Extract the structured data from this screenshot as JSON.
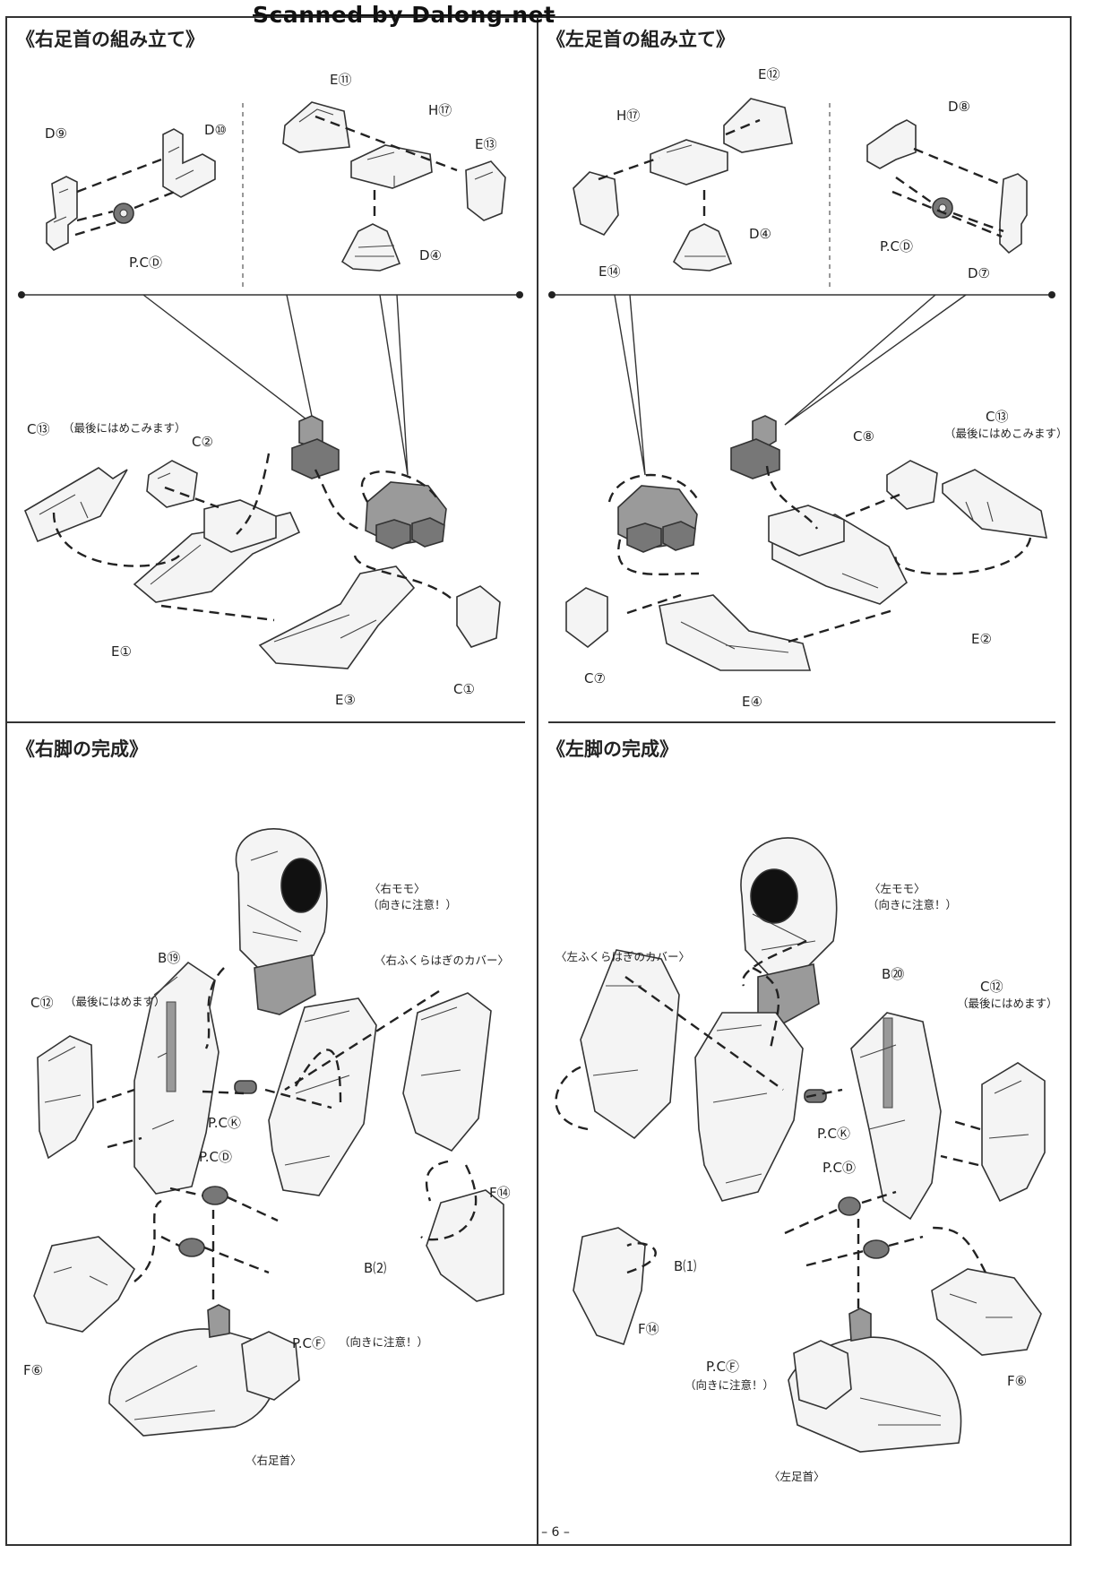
{
  "watermark": "Scanned by Dalong.net",
  "page_number": "– 6 –",
  "sections": {
    "right_ankle": {
      "title": "《右足首の組み立て》",
      "labels": {
        "e11": "E⑪",
        "h17": "H⑰",
        "e13": "E⑬",
        "d9": "D⑨",
        "d10": "D⑩",
        "pcd": "P.CⒹ",
        "d4": "D④",
        "c13": "C⑬",
        "c13_note": "（最後にはめこみます）",
        "c2": "C②",
        "e1": "E①",
        "e3": "E③",
        "c1": "C①"
      }
    },
    "left_ankle": {
      "title": "《左足首の組み立て》",
      "labels": {
        "e12": "E⑫",
        "h17": "H⑰",
        "d8": "D⑧",
        "e14": "E⑭",
        "d4": "D④",
        "pcd": "P.CⒹ",
        "d7": "D⑦",
        "c13": "C⑬",
        "c13_note": "（最後にはめこみます）",
        "c8": "C⑧",
        "e2": "E②",
        "c7": "C⑦",
        "e4": "E④"
      }
    },
    "right_leg": {
      "title": "《右脚の完成》",
      "labels": {
        "thigh": "〈右モモ〉",
        "thigh_note": "（向きに注意！）",
        "b19": "B⑲",
        "calf_cover": "〈右ふくらはぎのカバー〉",
        "c12": "C⑫",
        "c12_note": "（最後にはめます）",
        "pck": "P.CⓀ",
        "pcd": "P.CⒹ",
        "f14": "F⑭",
        "b22": "B⑵",
        "pcf": "P.CⒻ",
        "pcf_note": "（向きに注意！）",
        "f6": "F⑥",
        "ankle": "〈右足首〉"
      }
    },
    "left_leg": {
      "title": "《左脚の完成》",
      "labels": {
        "thigh": "〈左モモ〉",
        "thigh_note": "（向きに注意！）",
        "calf_cover": "〈左ふくらはぎのカバー〉",
        "b20": "B⑳",
        "c12": "C⑫",
        "c12_note": "（最後にはめます）",
        "pck": "P.CⓀ",
        "pcd": "P.CⒹ",
        "b21": "B⑴",
        "f14": "F⑭",
        "pcf": "P.CⒻ",
        "pcf_note": "（向きに注意！）",
        "f6": "F⑥",
        "ankle": "〈左足首〉"
      }
    }
  }
}
